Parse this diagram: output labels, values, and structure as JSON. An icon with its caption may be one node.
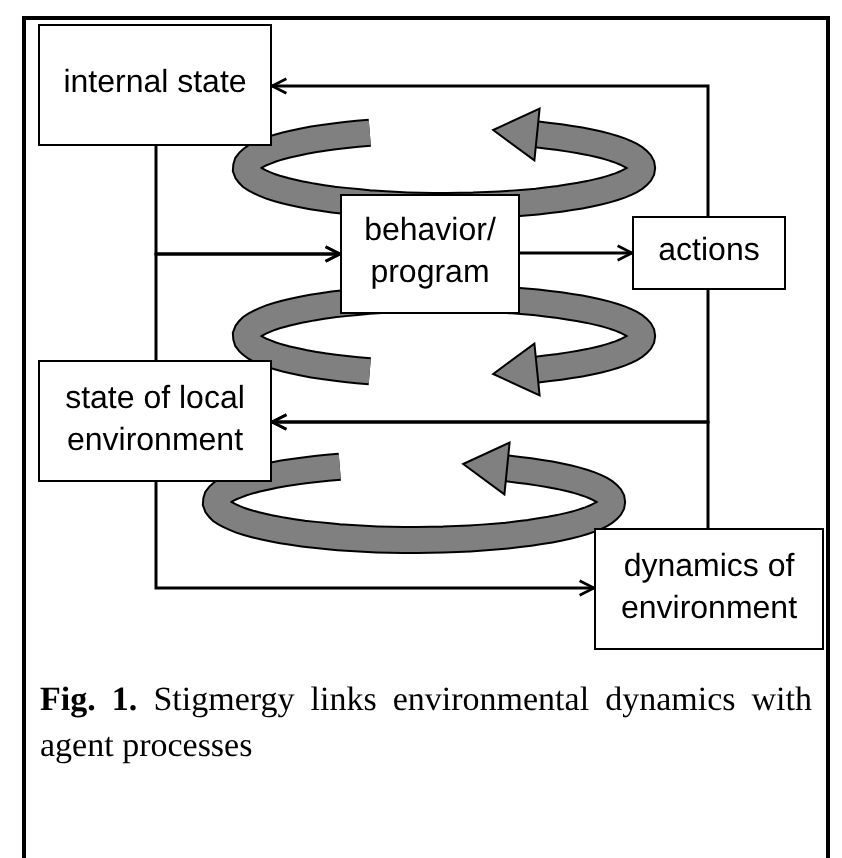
{
  "diagram": {
    "caption": "**Fig. 1.** Stigmergy links environmental dynamics with agent processes",
    "nodes": [
      {
        "text": [
          "internal state"
        ]
      },
      {
        "text": [
          "behavior/ program"
        ]
      },
      {
        "text": [
          "actions"
        ]
      },
      {
        "text": [
          "state of local environment"
        ]
      },
      {
        "text": [
          "dynamics of environment"
        ]
      }
    ],
    "edges": [
      {
        "from": 0,
        "to": 1,
        "arrow": "to"
      },
      {
        "from": 3,
        "to": 1,
        "arrow": "to"
      },
      {
        "from": 1,
        "to": 2,
        "arrow": "to"
      },
      {
        "from": 2,
        "to": 0,
        "arrow": "to"
      },
      {
        "from": 2,
        "to": 3,
        "arrow": "to"
      },
      {
        "from": 4,
        "to": 3,
        "arrow": "to"
      },
      {
        "from": 3,
        "to": 4,
        "arrow": "to"
      }
    ]
  }
}
